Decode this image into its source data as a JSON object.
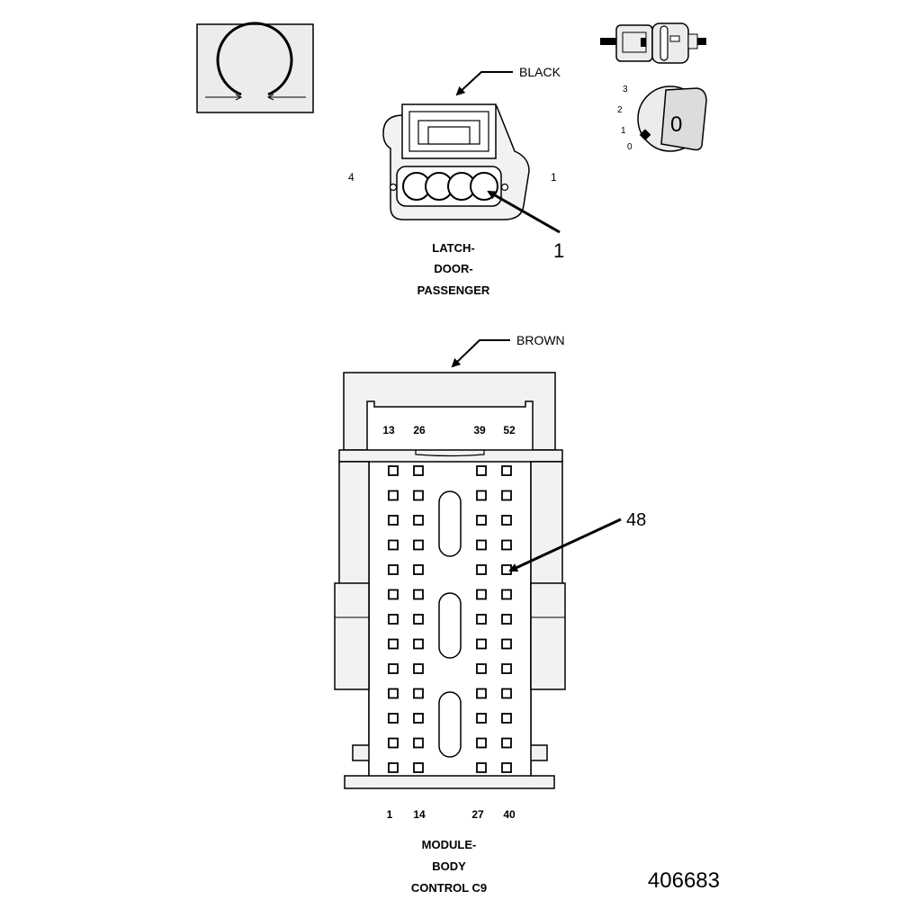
{
  "latch_connector": {
    "color_label": "BLACK",
    "left_pin": "4",
    "right_pin": "1",
    "callout_pin": "1",
    "name_lines": [
      "LATCH-",
      "DOOR-",
      "PASSENGER"
    ]
  },
  "ignition_switch": {
    "positions": [
      "3",
      "2",
      "1",
      "0"
    ],
    "key_mark": "0"
  },
  "bcm_connector": {
    "color_label": "BROWN",
    "top_pins": [
      "13",
      "26",
      "39",
      "52"
    ],
    "bottom_pins": [
      "1",
      "14",
      "27",
      "40"
    ],
    "callout_pin": "48",
    "name_lines": [
      "MODULE-",
      "BODY",
      "CONTROL C9"
    ],
    "rows": 13,
    "columns": 4
  },
  "figure_number": "406683"
}
